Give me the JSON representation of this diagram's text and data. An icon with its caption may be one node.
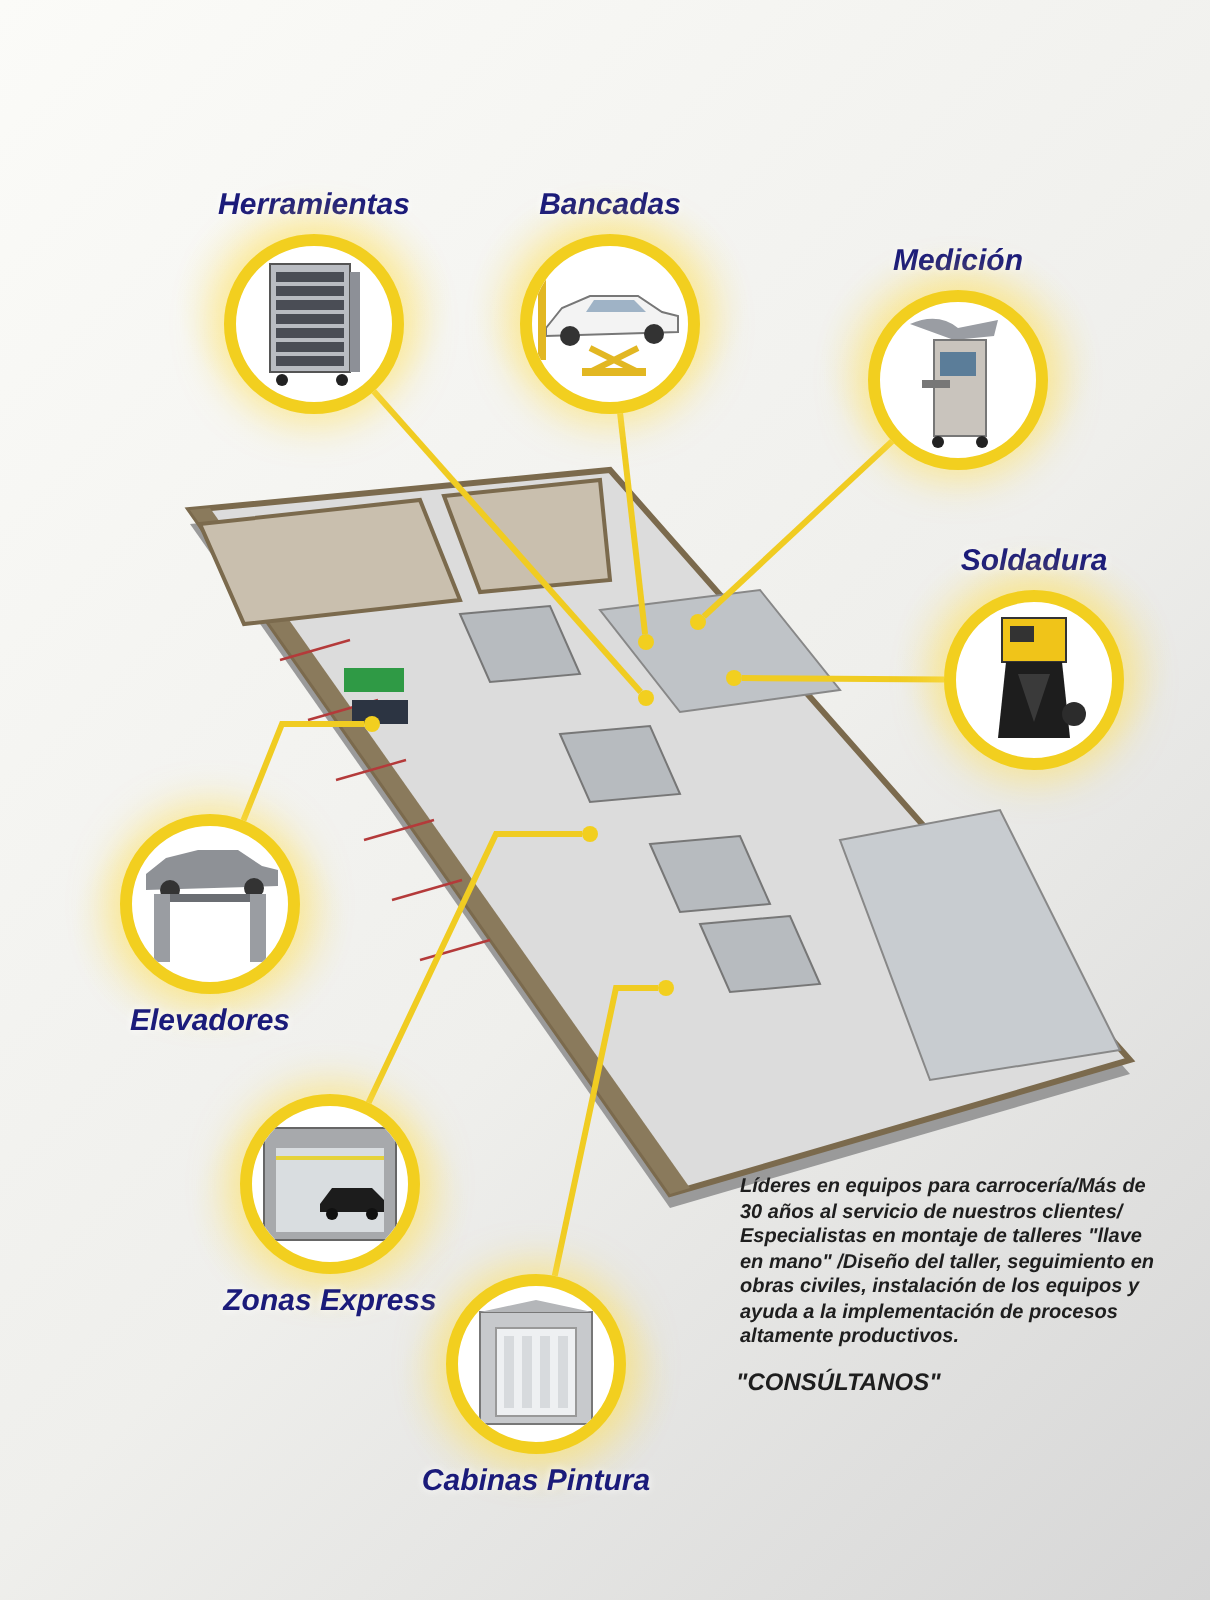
{
  "diagram": {
    "nodes": [
      {
        "text": [
          "Herramientas"
        ]
      },
      {
        "text": [
          "Bancadas"
        ]
      },
      {
        "text": [
          "Medición"
        ]
      },
      {
        "text": [
          "Soldadura"
        ]
      },
      {
        "text": [],
        "shape": "picture"
      },
      {
        "text": [],
        "shape": "circle",
        "in": 4
      },
      {
        "text": [],
        "shape": "circle",
        "in": 4
      },
      {
        "text": [],
        "shape": "circle",
        "in": 4
      },
      {
        "text": [],
        "shape": "circle",
        "in": 4
      },
      {
        "text": [],
        "shape": "circle",
        "in": 4
      },
      {
        "text": [],
        "shape": "circle",
        "in": 4
      },
      {
        "text": [],
        "shape": "circle",
        "in": 4
      },
      {
        "text": [
          "Elevadores"
        ]
      },
      {
        "text": [
          "Zonas Express"
        ]
      },
      {
        "text": [
          "Cabinas Pintura"
        ]
      }
    ],
    "edges": [
      {
        "from": 0,
        "to": 8,
        "arrow": "none"
      },
      {
        "from": 1,
        "to": 6,
        "arrow": "none"
      },
      {
        "from": 2,
        "to": 5,
        "arrow": "none"
      },
      {
        "from": 3,
        "to": 7,
        "arrow": "none"
      },
      {
        "from": 12,
        "to": 9,
        "arrow": "none"
      },
      {
        "from": 13,
        "to": 10,
        "arrow": "none"
      },
      {
        "from": 14,
        "to": 11,
        "arrow": "none"
      }
    ],
    "labels": [
      "Líderes en equipos para carrocería/Más de 30 años al servicio de nuestros clientes/ Especialistas en montaje de talleres \"llave en mano\" /Diseño del taller, seguimiento en obras civiles, instalación de los equipos y ayuda a la implementación de procesos altamente productivos.",
      "\"CONSÚLTANOS\""
    ]
  }
}
